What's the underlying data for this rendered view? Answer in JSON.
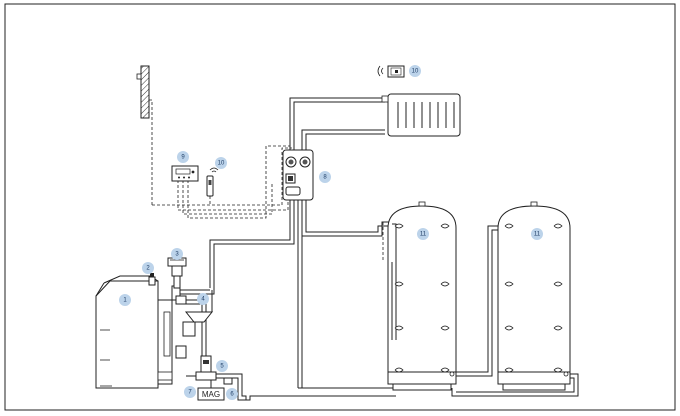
{
  "badges": [
    {
      "id": "b1",
      "text": "1"
    },
    {
      "id": "b2",
      "text": "2"
    },
    {
      "id": "b3",
      "text": "3"
    },
    {
      "id": "b4",
      "text": "4"
    },
    {
      "id": "b5",
      "text": "5"
    },
    {
      "id": "b6",
      "text": "6"
    },
    {
      "id": "b7",
      "text": "7"
    },
    {
      "id": "b8",
      "text": "8"
    },
    {
      "id": "b9",
      "text": "9"
    },
    {
      "id": "b10a",
      "text": "10"
    },
    {
      "id": "b10b",
      "text": "10"
    },
    {
      "id": "b11a",
      "text": "11"
    },
    {
      "id": "b11b",
      "text": "11"
    }
  ],
  "labels": {
    "mag": "MAG"
  },
  "colors": {
    "badge_fill": "#bcd3ea",
    "line": "#222222",
    "tank_fill": "#ffffff"
  }
}
